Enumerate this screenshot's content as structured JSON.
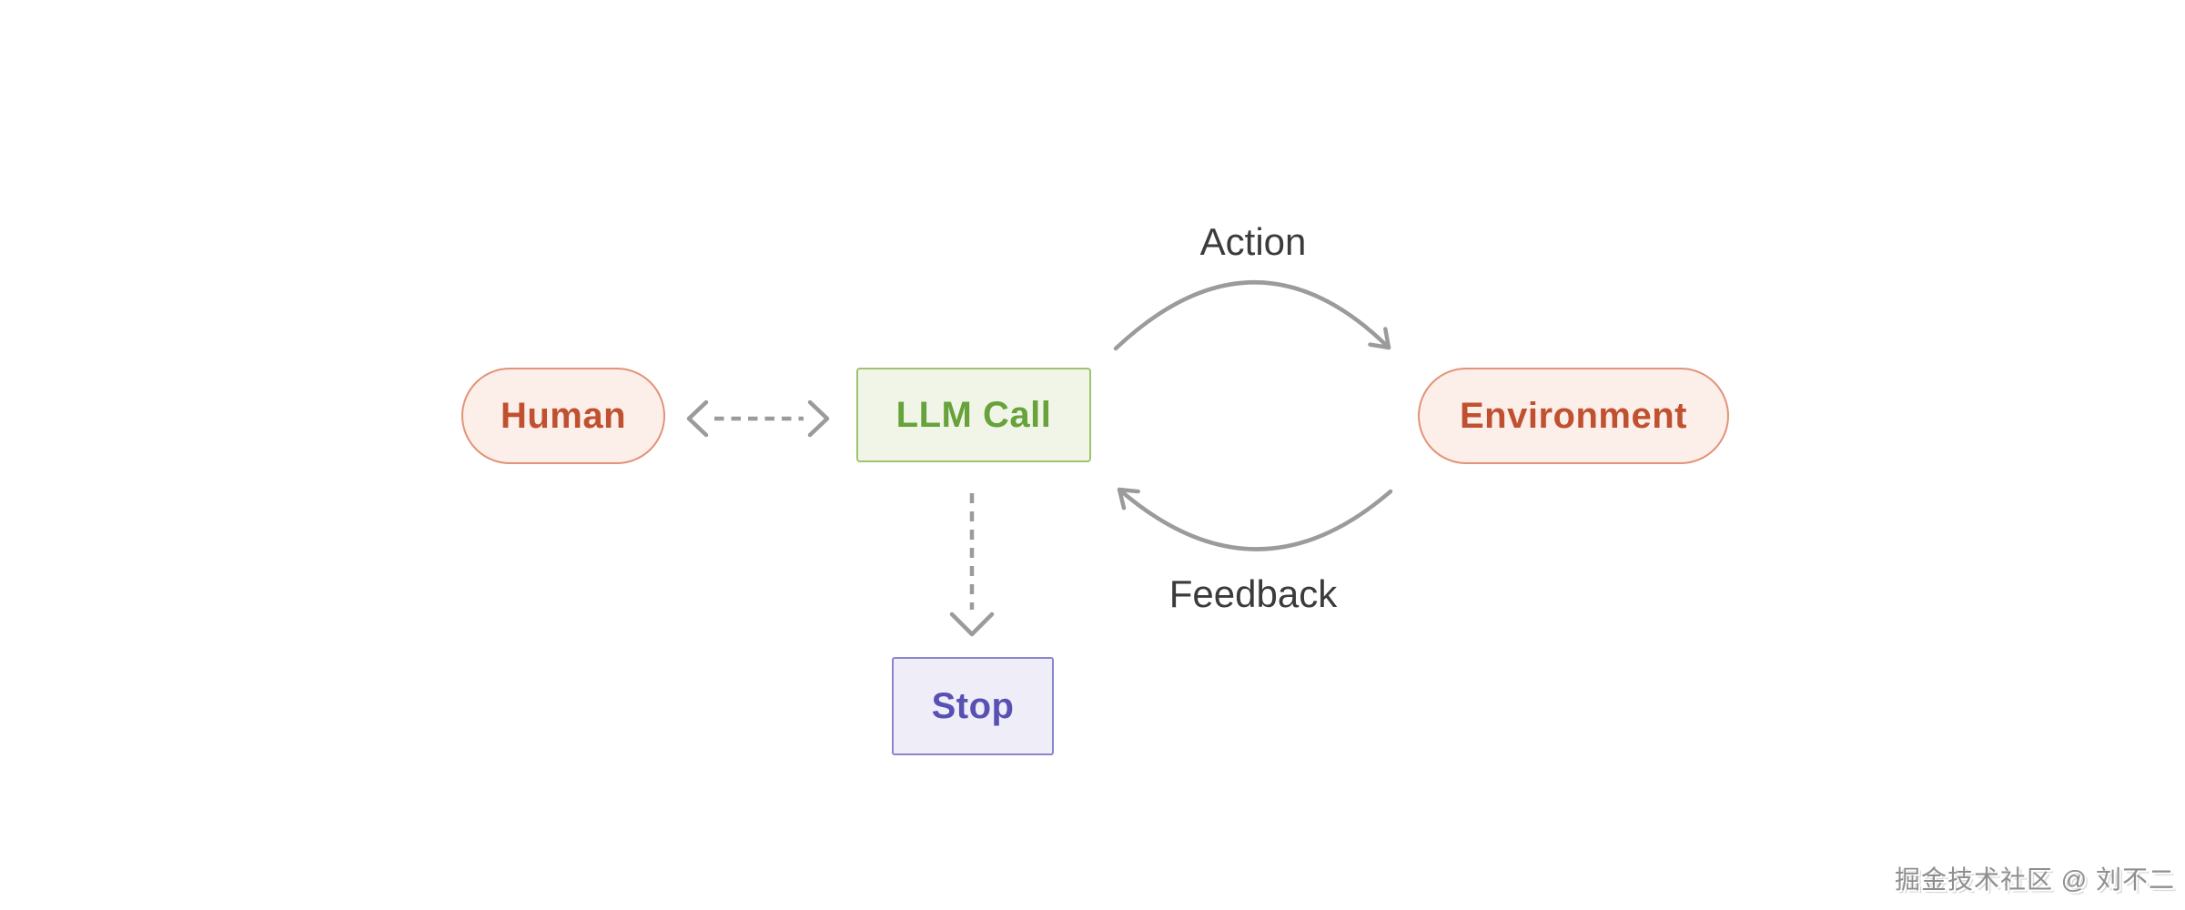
{
  "nodes": {
    "human": {
      "label": "Human"
    },
    "llm_call": {
      "label": "LLM Call"
    },
    "environment": {
      "label": "Environment"
    },
    "stop": {
      "label": "Stop"
    }
  },
  "edge_labels": {
    "action": "Action",
    "feedback": "Feedback"
  },
  "edges": [
    {
      "from": "human",
      "to": "llm_call",
      "style": "dashed",
      "direction": "bidirectional"
    },
    {
      "from": "llm_call",
      "to": "environment",
      "style": "solid-curve",
      "label": "Action"
    },
    {
      "from": "environment",
      "to": "llm_call",
      "style": "solid-curve",
      "label": "Feedback"
    },
    {
      "from": "llm_call",
      "to": "stop",
      "style": "dashed",
      "direction": "forward"
    }
  ],
  "watermark": {
    "text": "掘金技术社区 @ 刘不二"
  },
  "colors": {
    "human_env_bg": "#fceee9",
    "human_env_border": "#e29379",
    "human_env_text": "#c05130",
    "llm_bg": "#f0f5e8",
    "llm_border": "#9cc46d",
    "llm_text": "#68a23b",
    "stop_bg": "#efeef8",
    "stop_border": "#8a85cf",
    "stop_text": "#5851b3",
    "arrow": "#9b9b9b",
    "edge_label_text": "#3b3b3b",
    "background": "#ffffff"
  }
}
